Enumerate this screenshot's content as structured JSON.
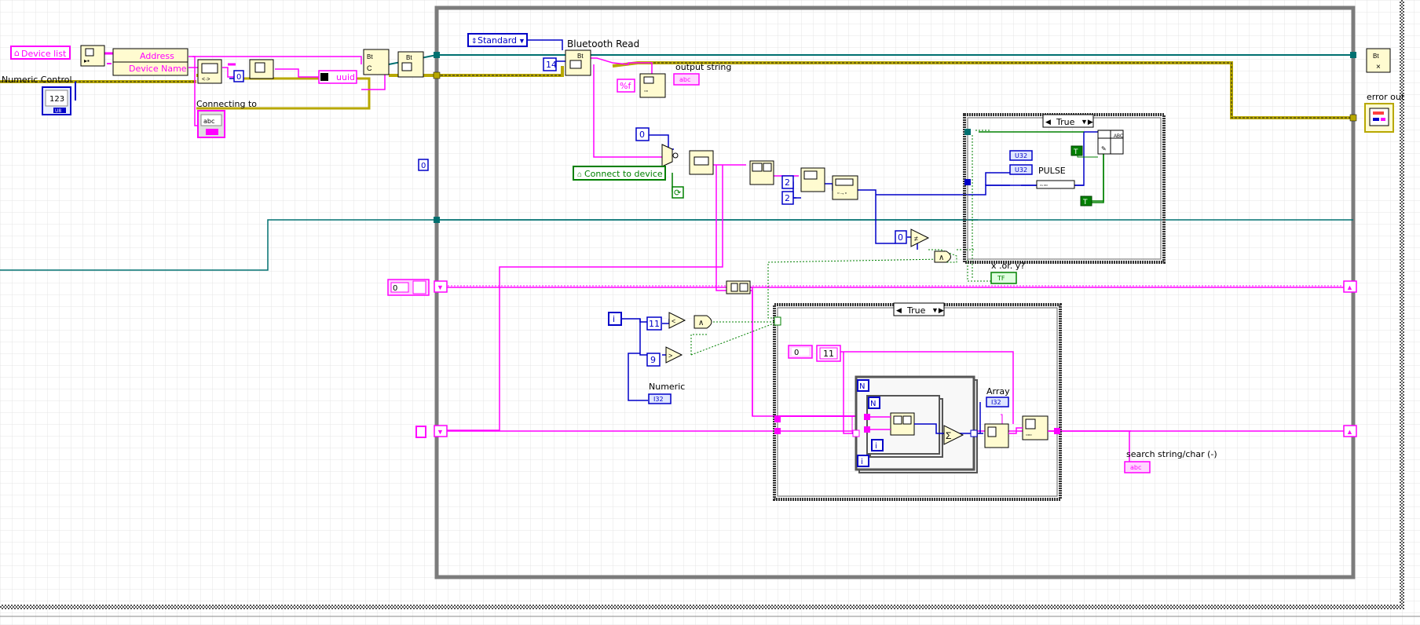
{
  "labels": {
    "device_list": "Device list",
    "numeric_control": "Numeric Control",
    "address": "Address",
    "device_name": "Device Name",
    "connecting_to": "Connecting to",
    "uuid": "uuid",
    "standard": "Standard",
    "bluetooth_read": "Bluetooth Read",
    "output_string": "output string",
    "format_f": "%f",
    "connect_to_device": "Connect to device",
    "error_out": "error out",
    "x_or_y": "x .or. y?",
    "tf": "TF",
    "pulse": "PULSE",
    "numeric": "Numeric",
    "array": "Array",
    "search_string": "search string/char (-)",
    "case_true_1": "True",
    "case_true_2": "True",
    "n_terminal": "N",
    "i_terminal": "i",
    "i32": "I32",
    "u32": "U32",
    "u8": "U8",
    "abc": "abc",
    "bool_t": "T"
  },
  "constants": {
    "zero_a": "0",
    "zero_b": "0",
    "zero_c": "0",
    "zero_d": "0",
    "zero_e": "0",
    "zero_f": "0",
    "fourteen": "14",
    "two_a": "2",
    "two_b": "2",
    "eleven_a": "11",
    "eleven_b": "11",
    "nine": "9",
    "numeric_123": "123"
  },
  "colors": {
    "string_wire": "#ff00ff",
    "numeric_wire": "#0000c8",
    "error_wire": "#b8a800",
    "refnum_wire": "#007070",
    "boolean_wire": "#008000",
    "loop_border": "#808080"
  }
}
